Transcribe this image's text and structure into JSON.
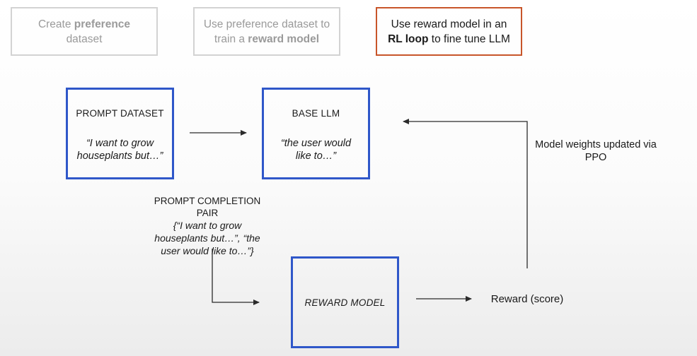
{
  "steps": [
    {
      "pre": "Create ",
      "bold": "preference",
      "post": " dataset",
      "active": false
    },
    {
      "pre": "Use preference dataset to train a ",
      "bold": "reward model",
      "post": "",
      "active": true
    },
    {
      "pre": "Use reward model in an ",
      "bold": "RL loop",
      "post": " to fine tune LLM",
      "active": true
    }
  ],
  "prompt_dataset": {
    "title": "PROMPT DATASET",
    "quote": "“I want to grow houseplants but…”"
  },
  "base_llm": {
    "title": "BASE LLM",
    "quote": "“the user would like to…”"
  },
  "completion_pair": {
    "title": "PROMPT COMPLETION PAIR",
    "text": "{“I want to grow houseplants but…”, “the user would like to…”}"
  },
  "reward_model": {
    "title": "REWARD MODEL"
  },
  "reward_score": {
    "label": "Reward (score)"
  },
  "ppo_update": {
    "label": "Model weights updated via PPO"
  },
  "colors": {
    "box_blue": "#2f57c9",
    "active_orange": "#c8552a",
    "inactive_gray": "#d3d3d3",
    "arrow": "#2b2b2b"
  }
}
